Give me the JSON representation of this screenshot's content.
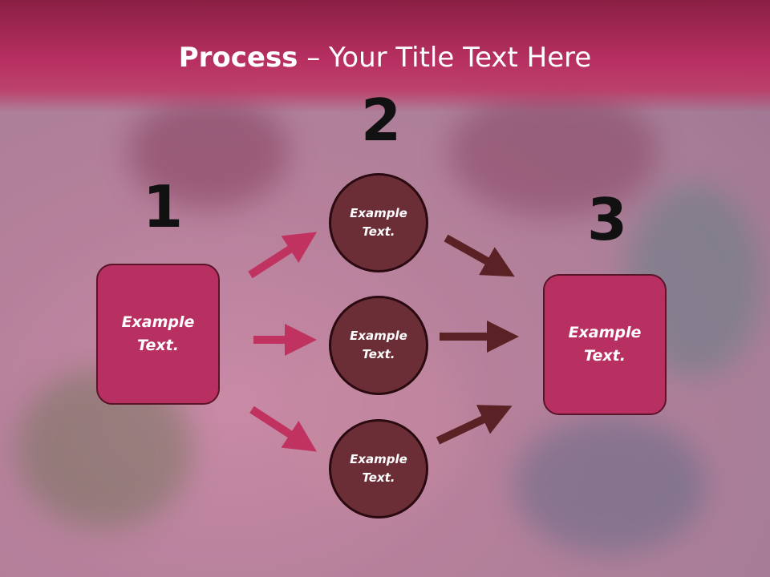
{
  "title": {
    "bold": "Process",
    "rest": " – Your Title Text Here"
  },
  "steps": [
    {
      "number": "1",
      "text": "Example\nText."
    },
    {
      "number": "2",
      "text": ""
    },
    {
      "number": "3",
      "text": "Example\nText."
    }
  ],
  "circles": [
    {
      "text": "Example\nText."
    },
    {
      "text": "Example\nText."
    },
    {
      "text": "Example\nText."
    }
  ],
  "colors": {
    "box": "#b83062",
    "circle": "#6b2e36",
    "arrow_pink": "#c0325f",
    "arrow_brown": "#5b2226"
  }
}
